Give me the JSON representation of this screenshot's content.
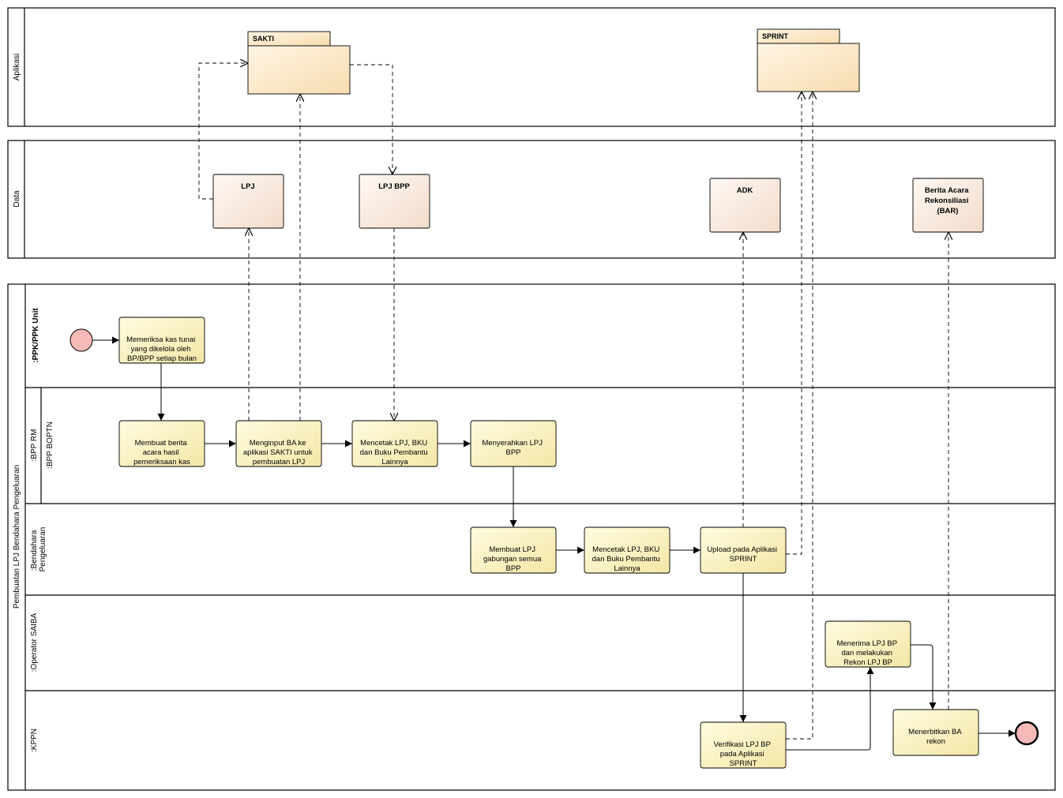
{
  "pools": {
    "aplikasi": "Aplikasi",
    "data": "Data",
    "process": "Pembuatan LPJ Bendahara Pengeluaran"
  },
  "lanes": {
    "ppk": ":PPK/PPK Unit",
    "bpp_rm": ":BPP RM",
    "bpp_boptn": ":BPP BOPTN",
    "bendahara": [
      ":Bendahara",
      "Pengeluaran"
    ],
    "saiba": ":Operator SAIBA",
    "kppn": ":KPPN"
  },
  "apps": {
    "sakti": "SAKTI",
    "sprint": "SPRINT"
  },
  "data_objects": {
    "lpj": "LPJ",
    "lpj_bpp": "LPJ BPP",
    "adk": "ADK",
    "bar": [
      "Berita Acara",
      "Rekonsiliasi",
      "(BAR)"
    ]
  },
  "tasks": {
    "t1": [
      "Memeriksa kas tunai",
      "yang dikelola oleh",
      "BP/BPP setiap bulan"
    ],
    "t2": [
      "Membuat berita",
      "acara hasil",
      "pemeriksaan kas"
    ],
    "t3": [
      "Menginput BA ke",
      "aplikasi SAKTI untuk",
      "pembuatan LPJ"
    ],
    "t4": [
      "Mencetak LPJ, BKU",
      "dan Buku Pembantu",
      "Lainnya"
    ],
    "t5": [
      "Menyerahkan LPJ",
      "BPP"
    ],
    "t6": [
      "Membuat LPJ",
      "gabungan semua",
      "BPP"
    ],
    "t7": [
      "Mencetak LPJ, BKU",
      "dan Buku Pembantu",
      "Lainnya"
    ],
    "t8": [
      "Upload pada Aplikasi",
      "SPRINT"
    ],
    "t9": [
      "Menerima LPJ BP",
      "dan melakukan",
      "Rekon LPJ BP"
    ],
    "t10": [
      "Verifikasi LPJ BP",
      "pada Aplikasi",
      "SPRINT"
    ],
    "t11": [
      "Menerbitkan BA",
      "rekon"
    ]
  },
  "colors": {
    "task_fill": "#fbf5c8",
    "data_fill": "#fbeee4",
    "app_fill": "#fde9c9",
    "event_fill": "#f8b9b9",
    "line": "#000000"
  }
}
